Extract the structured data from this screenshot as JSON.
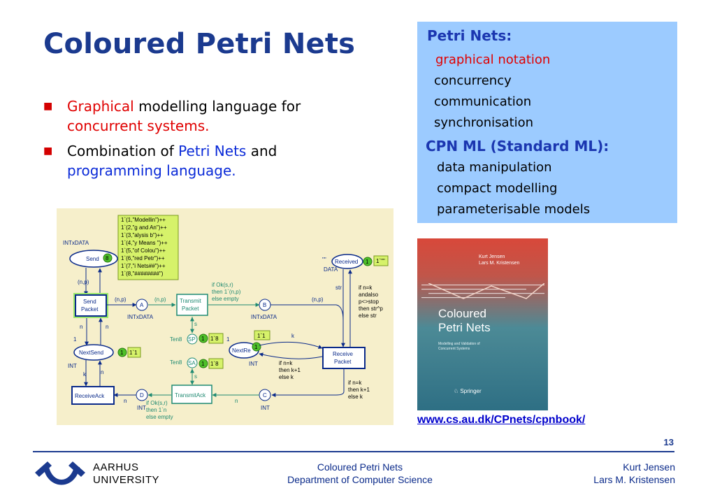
{
  "slide": {
    "title": "Coloured Petri Nets",
    "bullets": [
      {
        "a": "Graphical",
        "b": " modelling language for",
        "c": "concurrent systems."
      },
      {
        "a": "Combination of ",
        "b": "Petri Nets",
        "c": " and",
        "d": "programming language."
      }
    ]
  },
  "panel": {
    "h1": "Petri Nets:",
    "items1": [
      "graphical notation",
      "concurrency",
      "communication",
      "synchronisation"
    ],
    "h2": "CPN ML (Standard ML):",
    "items2": [
      "data manipulation",
      "compact modelling",
      "parameterisable models"
    ]
  },
  "diagram": {
    "init_marking": [
      "1`(1,\"Modellin\")++",
      "1`(2,\"g and An\")++",
      "1`(3,\"alysis b\")++",
      "1`(4,\"y Means \")++",
      "1`(5,\"of Colou\")++",
      "1`(6,\"red Petr\")++",
      "1`(7,\"i Nets##\")++",
      "1`(8,\"########\")"
    ],
    "intxdata_top": "INTxDATA",
    "send": "Send",
    "send_count": "8",
    "np1": "(n,p)",
    "send_packet": [
      "Send",
      "Packet"
    ],
    "np2": "(n,p)",
    "A": "A",
    "np3": "(n,p)",
    "transmit_packet": [
      "Transmit",
      "Packet"
    ],
    "ifok1": [
      "if Ok(s,r)",
      "then 1`(n,p)",
      "else empty"
    ],
    "B": "B",
    "np4": "(n,p)",
    "intxdata_a": "INTxDATA",
    "intxdata_b": "INTxDATA",
    "received_init": "\"\"",
    "received": "Received",
    "received_count": "1",
    "received_val": "1`\"\"",
    "data": "DATA",
    "str": "str",
    "if_recv": [
      "if n=k",
      "andalso",
      "p<>stop",
      "then str^p",
      "else str"
    ],
    "n1": "n",
    "n2": "n",
    "one": "1",
    "nextsend": "NextSend",
    "ns_count": "1",
    "ns_val": "1`1",
    "int1": "INT",
    "ten8_1": "Ten8",
    "sp": "SP",
    "sp_count": "1",
    "sp_val": "1`8",
    "s1": "s",
    "ten8_2": "Ten8",
    "sa": "SA",
    "sa_count": "1",
    "sa_val": "1`8",
    "s2": "s",
    "one2": "1",
    "nr_val": "1`1",
    "k1": "k",
    "nextrec": "NextRe",
    "nr_count": "1",
    "int2": "INT",
    "receive_packet": [
      "Receive",
      "Packet"
    ],
    "if_k": [
      "if n=k",
      "then k+1",
      "else k"
    ],
    "if_k2": [
      "if n=k",
      "then k+1",
      "else k"
    ],
    "k2": "k",
    "n3": "n",
    "receiveack": "ReceiveAck",
    "n4": "n",
    "D": "D",
    "int3": "INT",
    "transmitack": "TransmitAck",
    "n5": "n",
    "C": "C",
    "int4": "INT",
    "ifok2": [
      "if Ok(s,r)",
      "then 1`n",
      "else empty"
    ]
  },
  "book": {
    "authors": [
      "Kurt Jensen",
      "Lars M. Kristensen"
    ],
    "title": [
      "Coloured",
      "Petri Nets"
    ],
    "subtitle": [
      "Modelling and Validation of",
      "Concurrent Systems"
    ],
    "publisher": "Springer"
  },
  "link": "www.cs.au.dk/CPnets/cpnbook/",
  "page_number": "13",
  "footer": {
    "university": [
      "AARHUS",
      "UNIVERSITY"
    ],
    "center": [
      "Coloured Petri Nets",
      "Department of Computer Science"
    ],
    "right": [
      "Kurt Jensen",
      "Lars M. Kristensen"
    ]
  },
  "colors": {
    "title": "#1b3a8f",
    "highlight_red": "#e00000",
    "highlight_blue": "#0a2ad8",
    "panel_bg": "#9ccbff",
    "footer_text": "#0a2a8a"
  }
}
